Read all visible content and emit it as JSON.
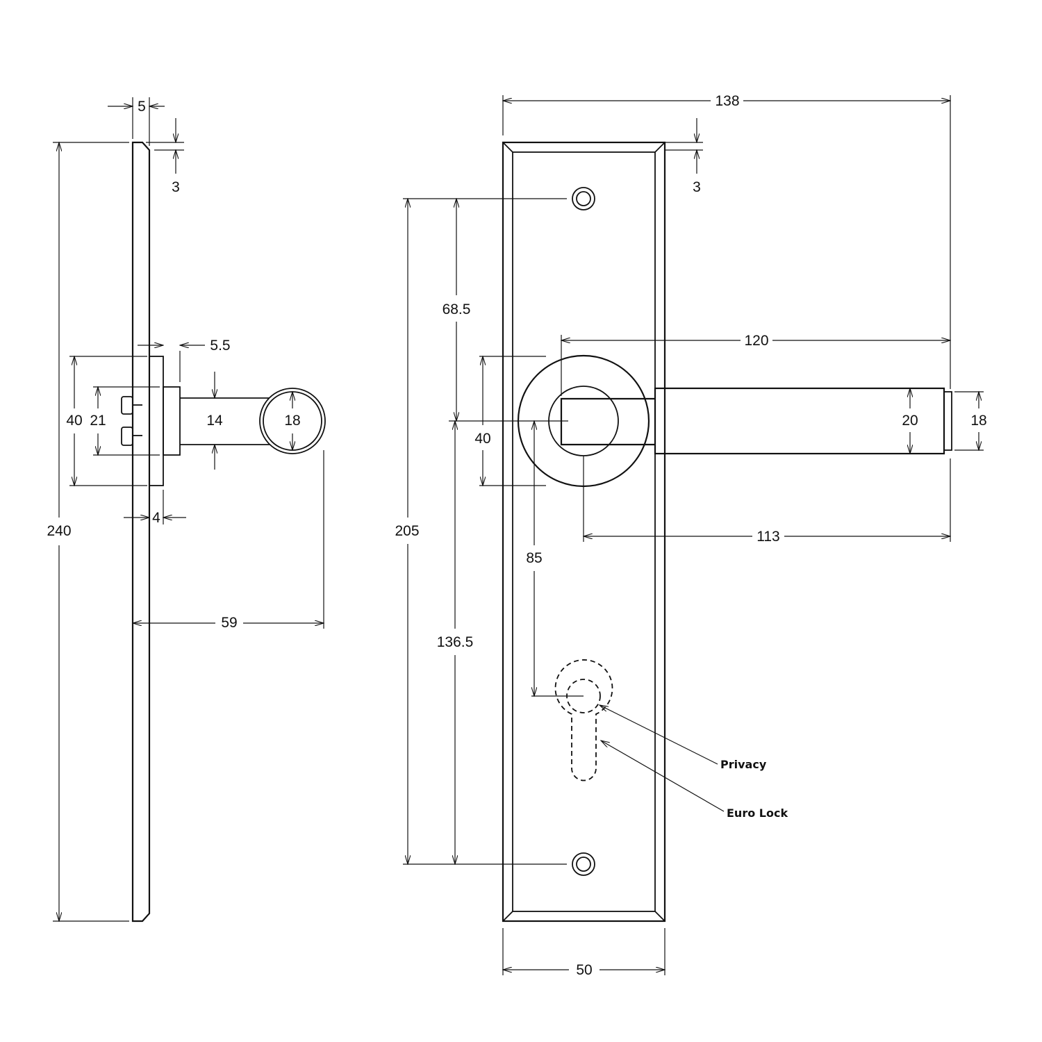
{
  "side_view": {
    "dim_plate_thickness": "5",
    "dim_bevel": "3",
    "dim_height": "240",
    "dim_rose_height": "40",
    "dim_rose_inner": "21",
    "dim_rose_offset": "5.5",
    "dim_rose_plate": "4",
    "dim_neck": "14",
    "dim_grip": "18",
    "dim_projection": "59"
  },
  "front_view": {
    "dim_overall_width": "138",
    "dim_bevel": "3",
    "dim_fixing_upper": "68.5",
    "dim_lever_length": "120",
    "dim_lever_height": "20",
    "dim_lever_end": "18",
    "dim_rose_height": "40",
    "dim_spindle_to_end": "113",
    "dim_centres": "85",
    "dim_fixing_centres": "205",
    "dim_fixing_lower": "136.5",
    "dim_plate_width": "50",
    "label_privacy": "Privacy",
    "label_euro_lock": "Euro Lock"
  }
}
